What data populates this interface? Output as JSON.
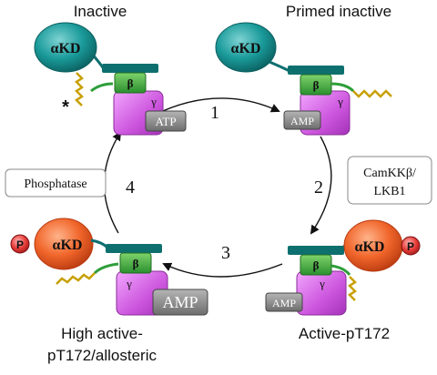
{
  "states": {
    "inactive": {
      "title": "Inactive",
      "kinase": "αKD",
      "beta": "β",
      "gamma": "γ",
      "nucleotide": "ATP",
      "mark": "*"
    },
    "primed": {
      "title": "Primed inactive",
      "kinase": "αKD",
      "beta": "β",
      "gamma": "γ",
      "nucleotide": "AMP"
    },
    "active": {
      "title": "Active-pT172",
      "kinase": "αKD",
      "phospho": "P",
      "beta": "β",
      "gamma": "γ",
      "nucleotide": "AMP"
    },
    "high": {
      "title_line1": "High active-",
      "title_line2": "pT172/allosteric",
      "kinase": "αKD",
      "phospho": "P",
      "beta": "β",
      "gamma": "γ",
      "nucleotide": "AMP"
    }
  },
  "steps": {
    "s1": "1",
    "s2": "2",
    "s3": "3",
    "s4": "4"
  },
  "boxes": {
    "phosphatase": "Phosphatase",
    "kinase_line1": "CamKKβ/",
    "kinase_line2": "LKB1"
  },
  "colors": {
    "kinase_domain": "#1a8c8c",
    "kinase_domain_active": "#e8501e",
    "beta_subunit": "#2e9e3a",
    "gamma_subunit": "#cc55dd",
    "scaffold_bar": "#0e6f6f",
    "nucleotide_box": "#8a8a8a",
    "phospho_circle": "#e53935",
    "linker_coil": "#c8a000"
  }
}
